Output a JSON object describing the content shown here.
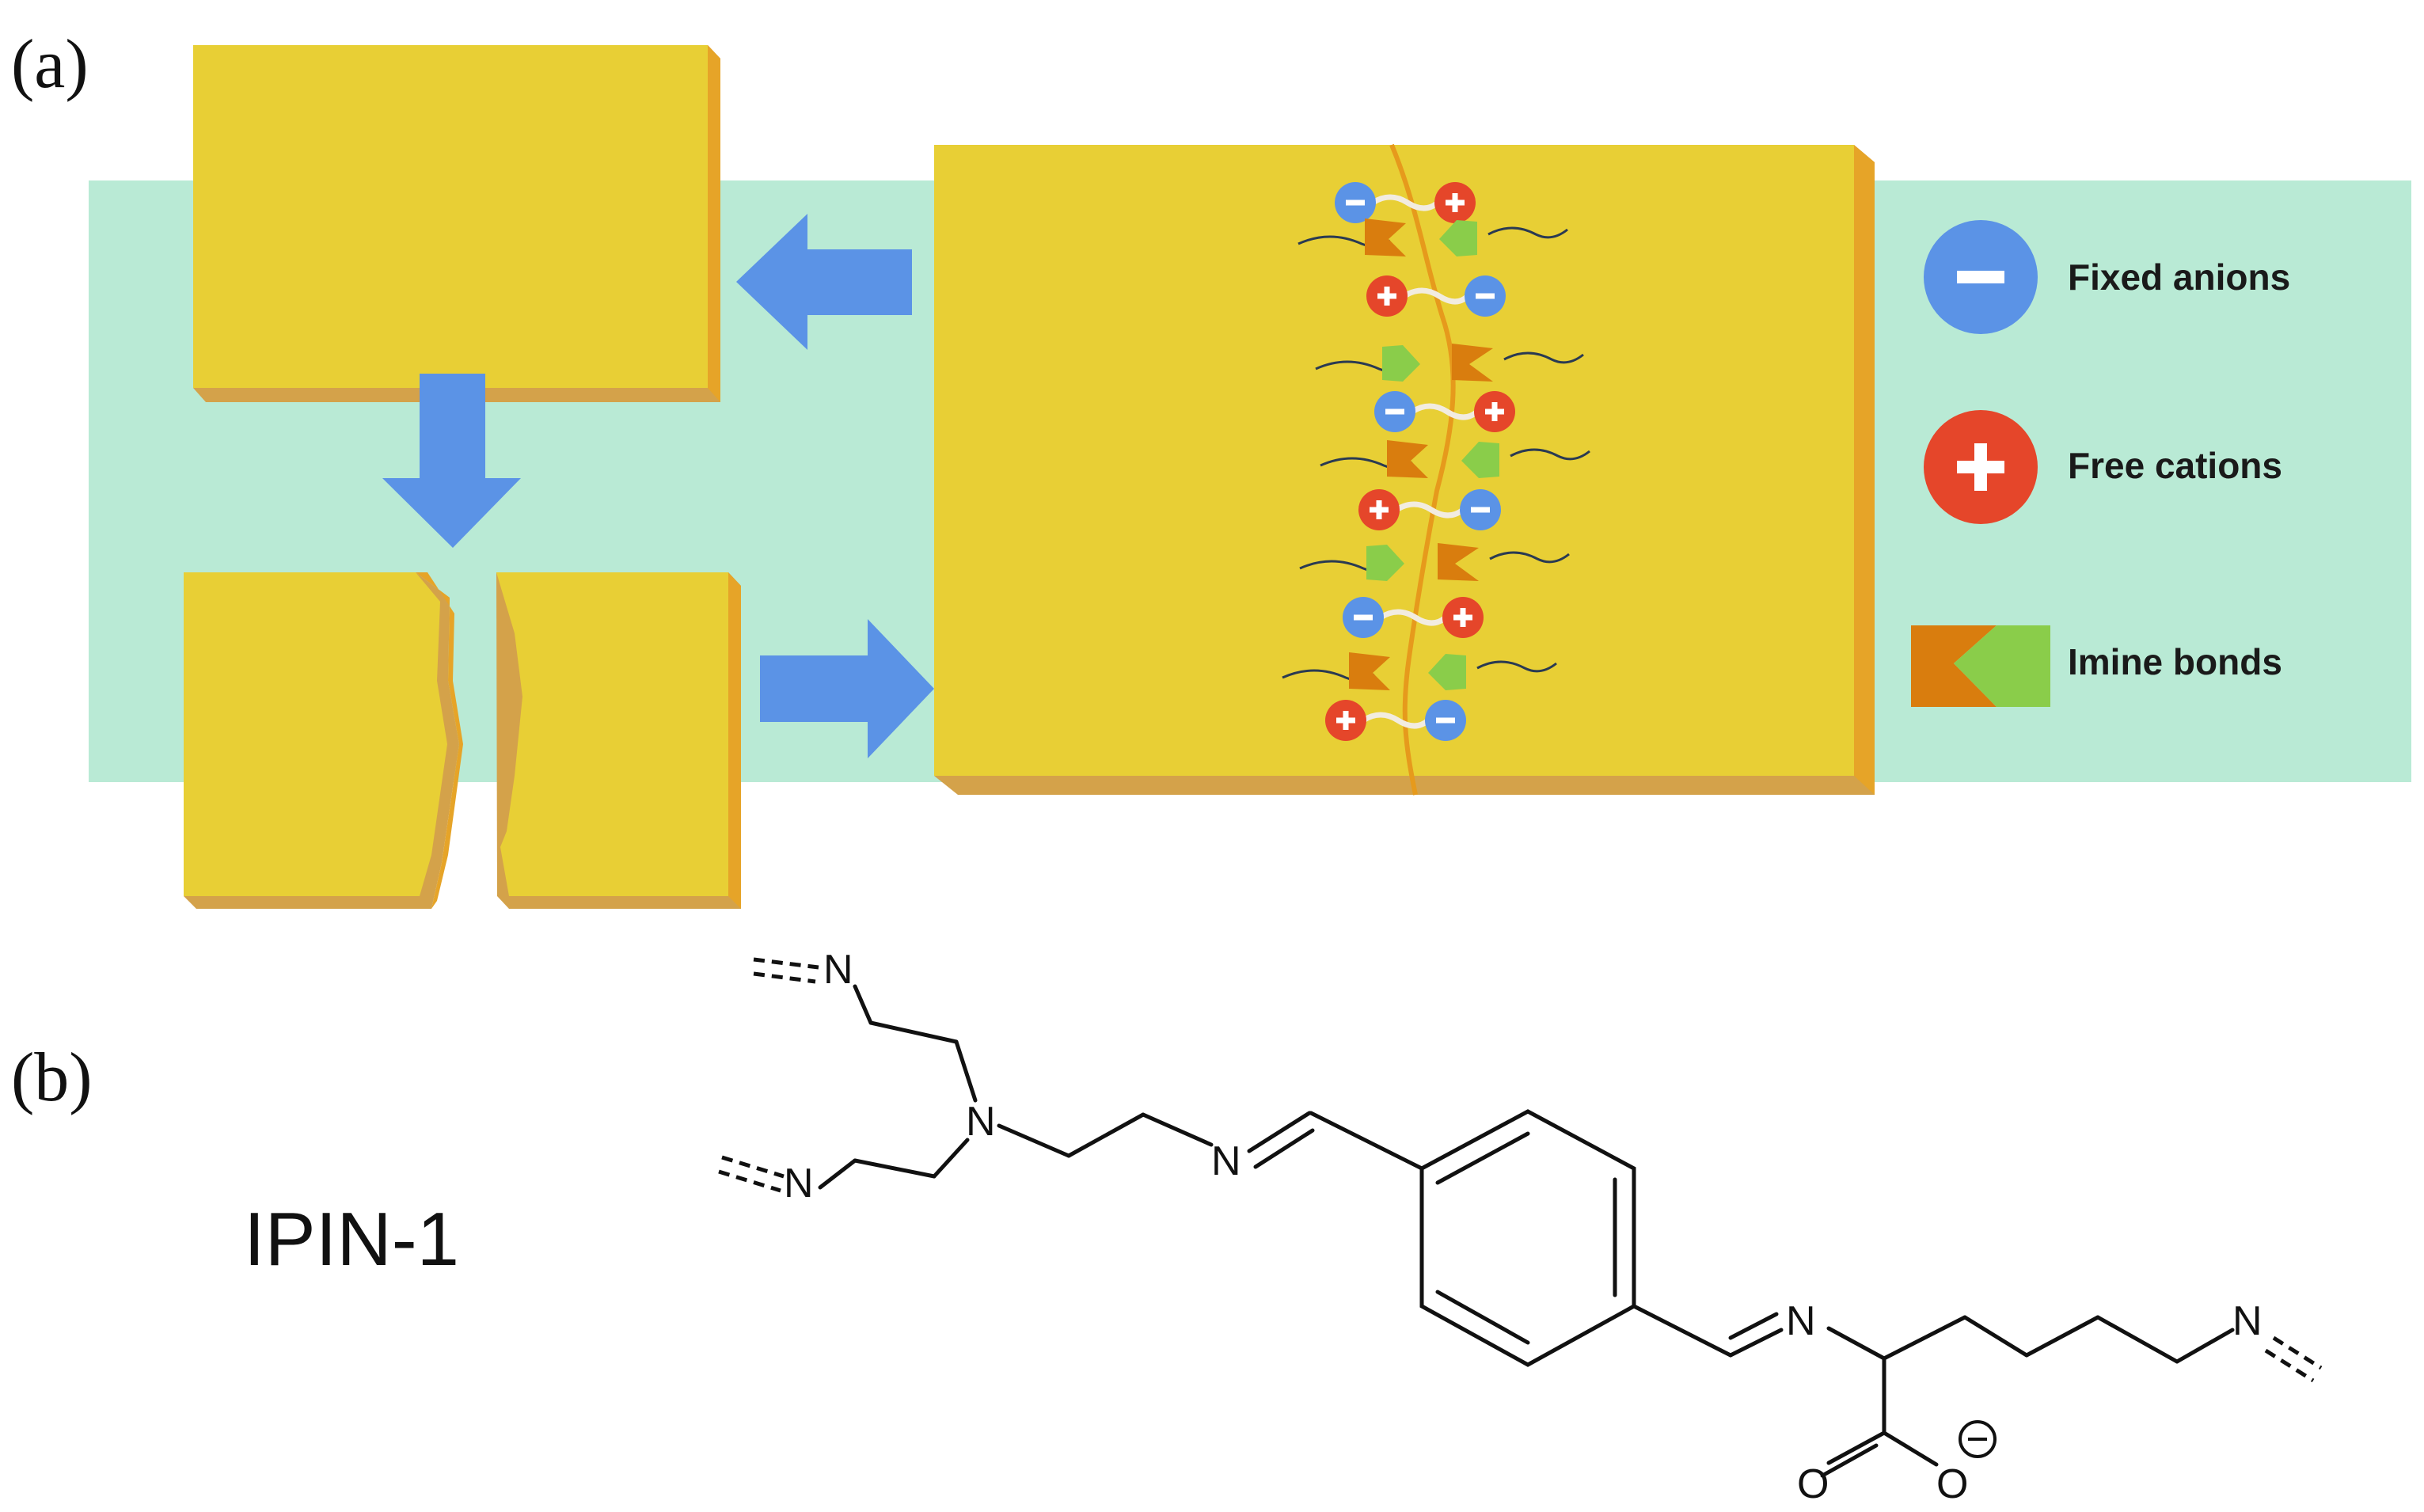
{
  "panel_a": {
    "label": "(a)",
    "legend": {
      "fixed_anions": "Fixed anions",
      "free_cations": "Free cations",
      "imine_bonds": "Imine bonds"
    }
  },
  "panel_b": {
    "label": "(b)",
    "molecule_name": "IPIN-1",
    "atoms": {
      "n": "N",
      "o": "O"
    }
  },
  "colors": {
    "background_band": "#b9ead5",
    "block": "#e8cf35",
    "block_edge": "#e6a428",
    "block_bottom": "#d4a24a",
    "arrow": "#5b93e6",
    "anion": "#5b93e6",
    "cation": "#e5462a",
    "imine_orange": "#d97d0e",
    "imine_green": "#8acd4a",
    "crack_line": "#e69a1c"
  },
  "icons": {
    "anion": "minus-circle-icon",
    "cation": "plus-circle-icon",
    "imine": "imine-bond-icon",
    "arrow": "block-arrow-icon"
  }
}
